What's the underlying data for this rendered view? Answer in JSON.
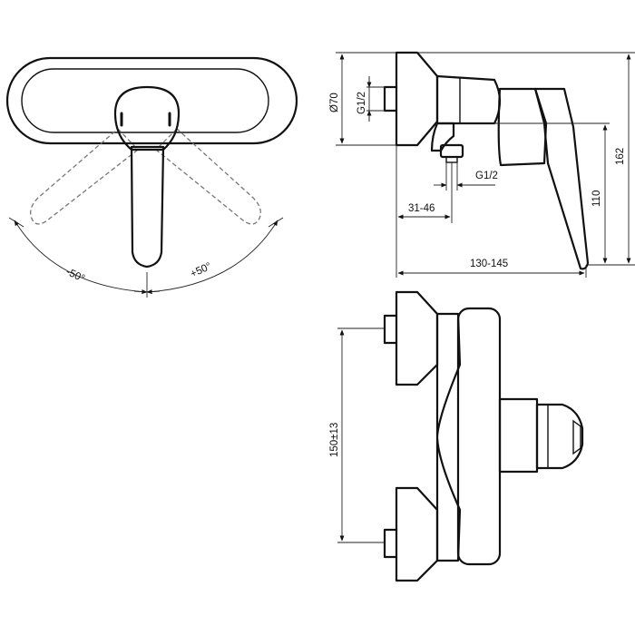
{
  "labels": {
    "angle_left": "-50°",
    "angle_right": "+50°",
    "dia": "Ø70",
    "thread_inlet": "G1/2",
    "thread_outlet": "G1/2",
    "offset": "31-46",
    "depth": "130-145",
    "outlet_height": "110",
    "total_height": "162",
    "centers": "150±13"
  }
}
